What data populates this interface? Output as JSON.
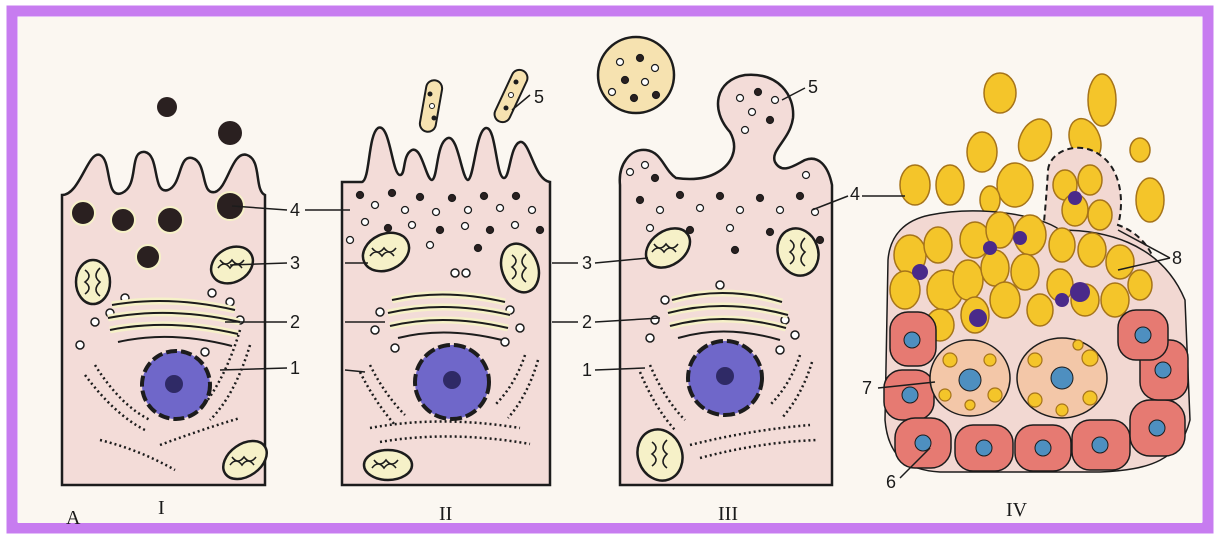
{
  "colors": {
    "frame": "#c77cf0",
    "page": "#ffffff",
    "paper": "#fbf7f1",
    "cytoplasm": "#f3dcd8",
    "outline": "#1c1c1c",
    "membrane_fill": "#f6f1c8",
    "nucleus": "#6f67c9",
    "nucleus_core": "#2f2a66",
    "granule_dark": "#2a2020",
    "fat_droplet": "#f4c52a",
    "fat_droplet_edge": "#a6741a",
    "red_cell": "#e67a72",
    "red_cell_nucleus": "#4e8fc0",
    "basal_cell_fill": "#f3c7a8",
    "dark_nucleus": "#4a2a8a"
  },
  "figure": {
    "corner_label": "A",
    "panels": [
      {
        "id": "I",
        "roman": "I"
      },
      {
        "id": "II",
        "roman": "II"
      },
      {
        "id": "III",
        "roman": "III"
      },
      {
        "id": "IV",
        "roman": "IV"
      }
    ],
    "labels": {
      "I_4": "4",
      "I_3": "3",
      "I_2": "2",
      "I_1": "1",
      "II_5": "5",
      "III_5": "5",
      "III_4": "4",
      "III_3": "3",
      "III_2": "2",
      "III_1": "1",
      "IV_8": "8",
      "IV_7": "7",
      "IV_6": "6"
    }
  }
}
